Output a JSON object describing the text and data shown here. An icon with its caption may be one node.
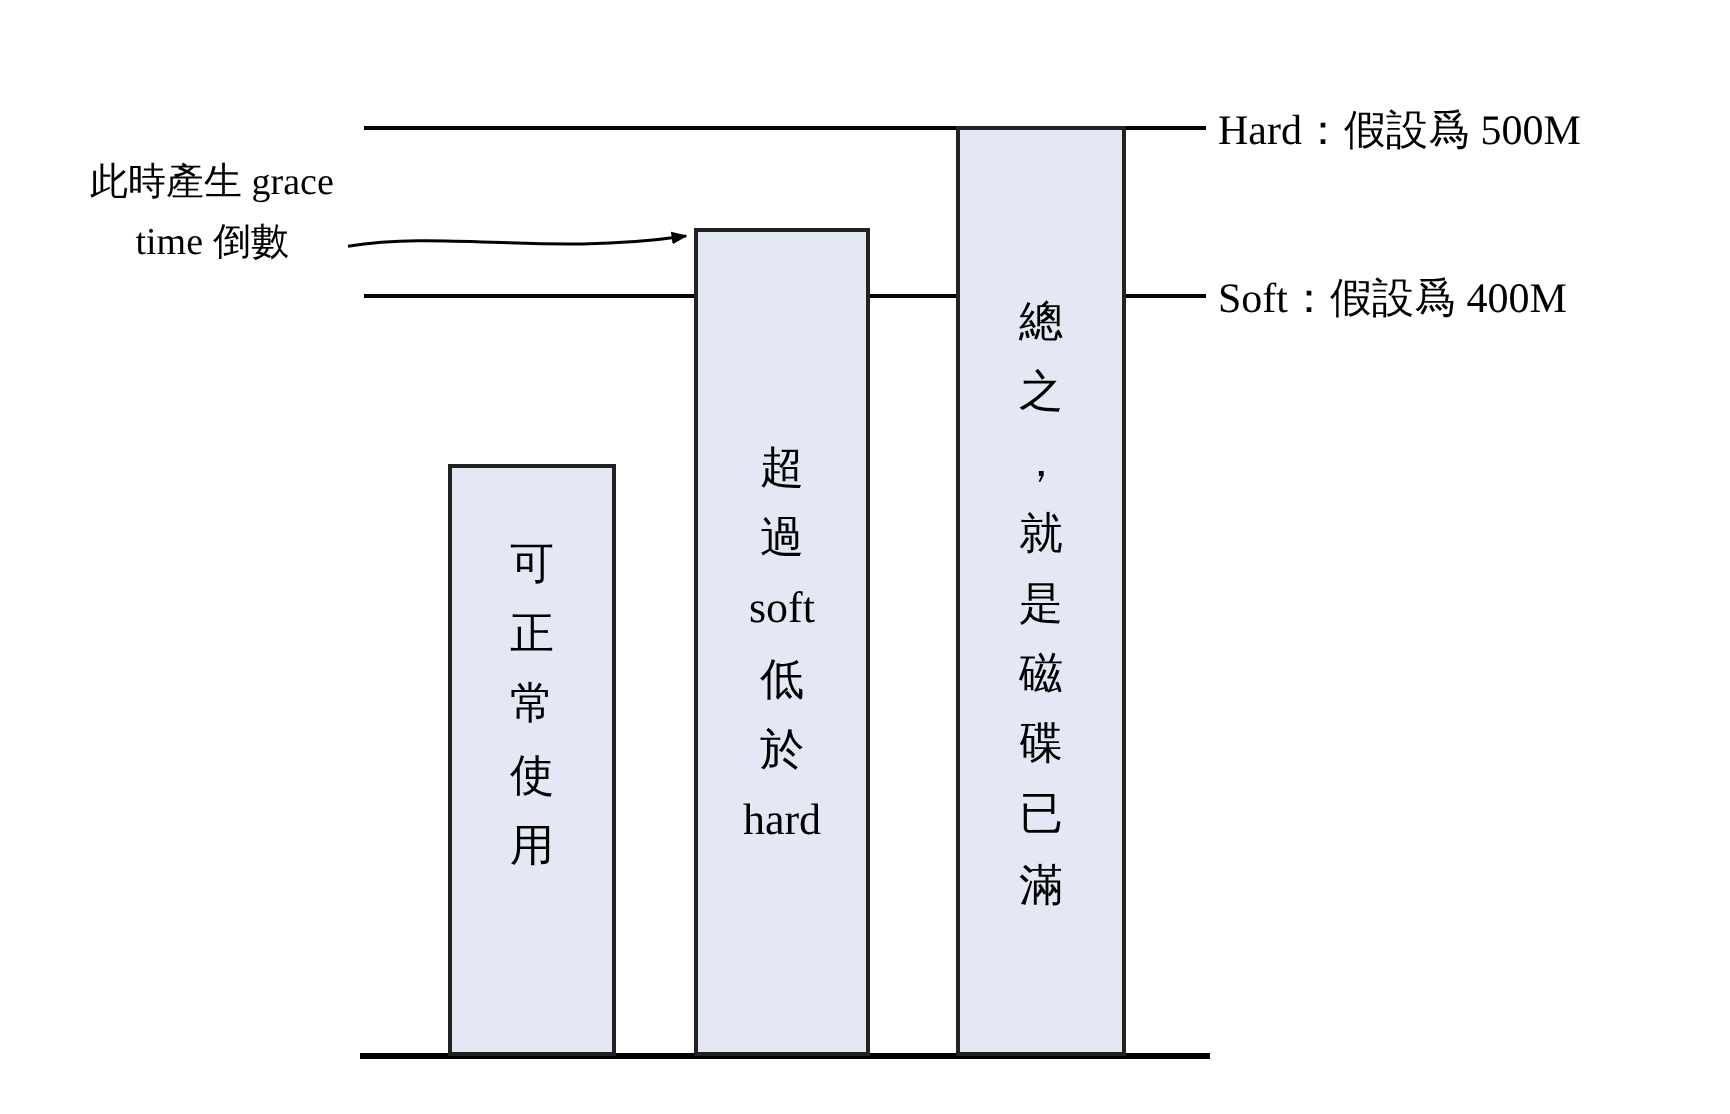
{
  "diagram": {
    "nodes": [
      {
        "text": [
          "此時產生 grace time 倒數"
        ]
      },
      {
        "text": [
          "可正常使用"
        ]
      },
      {
        "text": [
          "超過soft低於hard"
        ]
      },
      {
        "text": [
          "總之，就是磁碟已滿"
        ]
      }
    ],
    "edges": [
      {
        "from": 0,
        "to": 2,
        "arrow": "to"
      }
    ],
    "labels": [
      "Hard：假設爲 500M",
      "Soft：假設爲 400M"
    ]
  }
}
